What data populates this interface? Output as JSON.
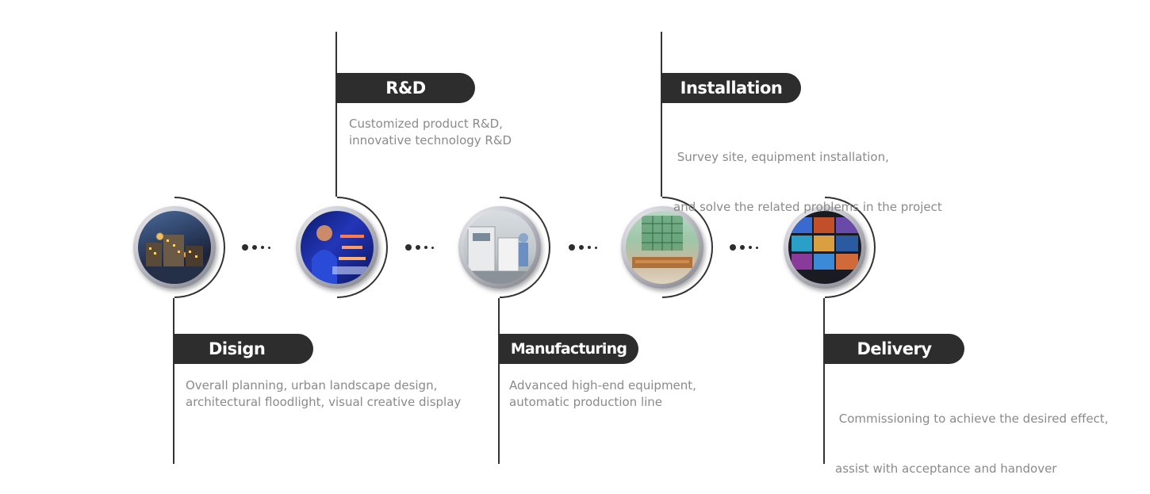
{
  "stages": {
    "design": {
      "title": "Disign",
      "desc_line1": "Overall planning, urban landscape design,",
      "desc_line2": "architectural floodlight, visual creative display"
    },
    "rnd": {
      "title": "R&D",
      "desc_line1": "Customized product R&D,",
      "desc_line2": "innovative technology R&D"
    },
    "manufacturing": {
      "title": "Manufacturing",
      "desc_line1": "Advanced high-end equipment,",
      "desc_line2": "automatic production line"
    },
    "installation": {
      "title": "Installation",
      "desc_line1": " Survey site, equipment installation,",
      "desc_line2": "and solve the related problems in the project"
    },
    "delivery": {
      "title": "Delivery",
      "desc_line1": " Commissioning to achieve the desired effect,",
      "desc_line2": "assist with acceptance and handover"
    }
  }
}
